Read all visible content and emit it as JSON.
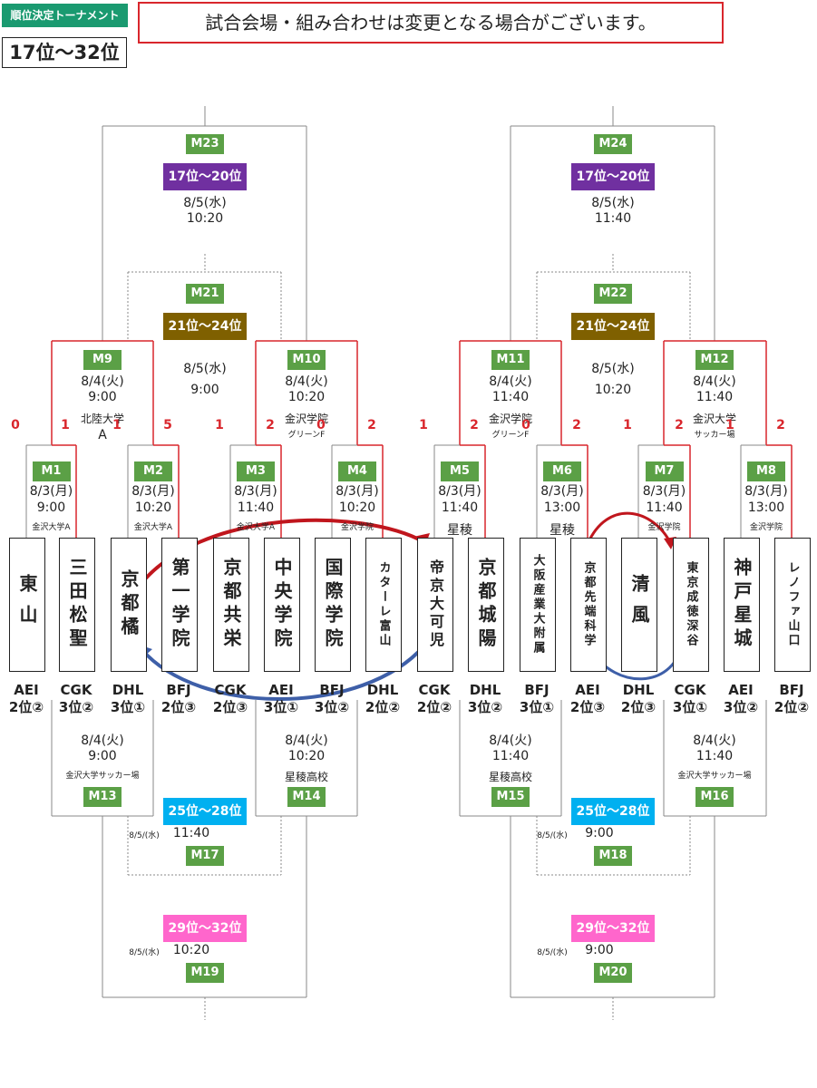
{
  "header": {
    "badge": "順位決定トーナメント",
    "range": "17位～32位",
    "notice": "試合会場・組み合わせは変更となる場合がございます。"
  },
  "colors": {
    "accent_green": "#1a9a70",
    "match_green": "#5ba046",
    "red": "#d9262c",
    "purple": "#7030a0",
    "brown": "#7f6000",
    "blue": "#00b0f0",
    "pink": "#ff66cc"
  },
  "teams": [
    {
      "name": "東山",
      "seed": [
        "AEI",
        "2位②"
      ]
    },
    {
      "name": "三田松聖",
      "seed": [
        "CGK",
        "3位②"
      ]
    },
    {
      "name": "京都橘",
      "seed": [
        "DHL",
        "3位①"
      ]
    },
    {
      "name": "第一学院",
      "seed": [
        "BFJ",
        "2位③"
      ]
    },
    {
      "name": "京都共栄",
      "seed": [
        "CGK",
        "2位③"
      ]
    },
    {
      "name": "中央学院",
      "seed": [
        "AEI",
        "3位①"
      ]
    },
    {
      "name": "国際学院",
      "seed": [
        "BFJ",
        "3位②"
      ]
    },
    {
      "name": "カターレ富山",
      "seed": [
        "DHL",
        "2位②"
      ]
    },
    {
      "name": "帝京大可児",
      "seed": [
        "CGK",
        "2位②"
      ]
    },
    {
      "name": "京都城陽",
      "seed": [
        "DHL",
        "3位②"
      ]
    },
    {
      "name": "大阪産業大附属",
      "seed": [
        "BFJ",
        "3位①"
      ]
    },
    {
      "name": "京都先端科学",
      "seed": [
        "AEI",
        "2位③"
      ]
    },
    {
      "name": "清風",
      "seed": [
        "DHL",
        "2位③"
      ]
    },
    {
      "name": "東京成徳深谷",
      "seed": [
        "CGK",
        "3位①"
      ]
    },
    {
      "name": "神戸星城",
      "seed": [
        "AEI",
        "3位②"
      ]
    },
    {
      "name": "レノファ山口",
      "seed": [
        "BFJ",
        "2位②"
      ]
    }
  ],
  "first_round": [
    {
      "id": "M1",
      "date": "8/3(月)",
      "time": "9:00",
      "venue": "金沢大学A",
      "scores": [
        "0",
        "1"
      ]
    },
    {
      "id": "M2",
      "date": "8/3(月)",
      "time": "10:20",
      "venue": "金沢大学A",
      "scores": [
        "1",
        "5"
      ]
    },
    {
      "id": "M3",
      "date": "8/3(月)",
      "time": "11:40",
      "venue": "金沢大学A",
      "scores": [
        "1",
        "2"
      ]
    },
    {
      "id": "M4",
      "date": "8/3(月)",
      "time": "10:20",
      "venue": "金沢学院",
      "scores": [
        "0",
        "2"
      ]
    },
    {
      "id": "M5",
      "date": "8/3(月)",
      "time": "11:40",
      "venue": "星稜",
      "scores": [
        "1",
        "2"
      ]
    },
    {
      "id": "M6",
      "date": "8/3(月)",
      "time": "13:00",
      "venue": "星稜",
      "scores": [
        "0",
        "2"
      ]
    },
    {
      "id": "M7",
      "date": "8/3(月)",
      "time": "11:40",
      "venue": "金沢学院",
      "scores": [
        "1",
        "2"
      ]
    },
    {
      "id": "M8",
      "date": "8/3(月)",
      "time": "13:00",
      "venue": "金沢学院",
      "scores": [
        "1",
        "2"
      ]
    }
  ],
  "second_round": [
    {
      "id": "M9",
      "date": "8/4(火)",
      "time": "9:00",
      "venue": "北陸大学",
      "venue2": "A"
    },
    {
      "id": "M10",
      "date": "8/4(火)",
      "time": "10:20",
      "venue": "金沢学院",
      "venue2": "グリーンF"
    },
    {
      "id": "M11",
      "date": "8/4(火)",
      "time": "11:40",
      "venue": "金沢学院",
      "venue2": "グリーンF"
    },
    {
      "id": "M12",
      "date": "8/4(火)",
      "time": "11:40",
      "venue": "金沢大学",
      "venue2": "サッカー場"
    }
  ],
  "top_matches": [
    {
      "id": "M23",
      "place": "17位～20位",
      "date": "8/5(水)",
      "time": "10:20"
    },
    {
      "id": "M24",
      "place": "17位～20位",
      "date": "8/5(水)",
      "time": "11:40"
    },
    {
      "id": "M21",
      "place": "21位～24位",
      "date": "8/5(水)",
      "time": "9:00"
    },
    {
      "id": "M22",
      "place": "21位～24位",
      "date": "8/5(水)",
      "time": "10:20"
    }
  ],
  "lower_matches": [
    {
      "id": "M13",
      "date": "8/4(火)",
      "time": "9:00",
      "venue": "金沢大学サッカー場"
    },
    {
      "id": "M14",
      "date": "8/4(火)",
      "time": "10:20",
      "venue": "星稜高校"
    },
    {
      "id": "M15",
      "date": "8/4(火)",
      "time": "11:40",
      "venue": "星稜高校"
    },
    {
      "id": "M16",
      "date": "8/4(火)",
      "time": "11:40",
      "venue": "金沢大学サッカー場"
    }
  ],
  "bottom_matches": [
    {
      "id": "M17",
      "place": "25位～28位",
      "date": "8/5/(水)",
      "time": "11:40"
    },
    {
      "id": "M18",
      "place": "25位～28位",
      "date": "8/5/(水)",
      "time": "9:00"
    },
    {
      "id": "M19",
      "place": "29位～32位",
      "date": "8/5/(水)",
      "time": "10:20"
    },
    {
      "id": "M20",
      "place": "29位～32位",
      "date": "8/5/(水)",
      "time": "9:00"
    }
  ]
}
